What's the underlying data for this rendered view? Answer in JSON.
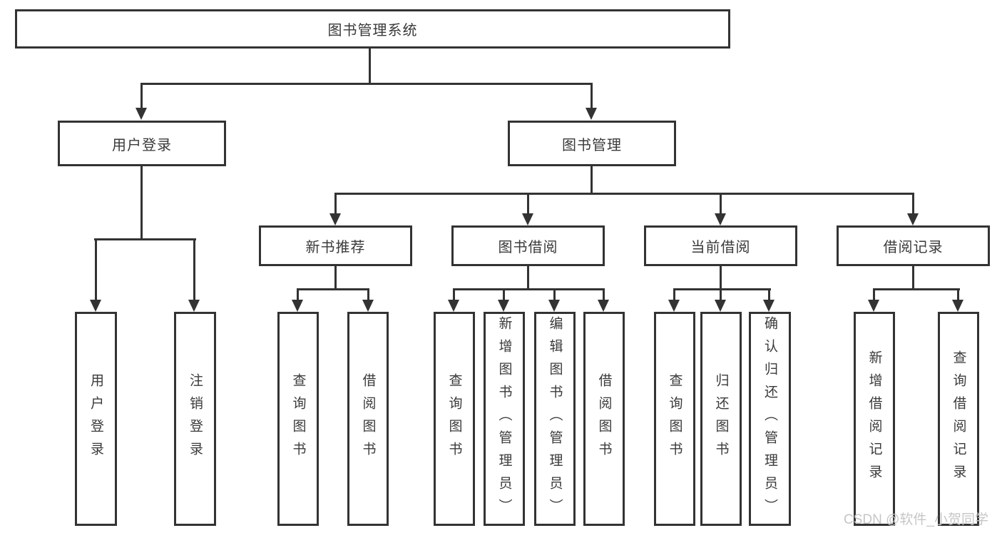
{
  "diagram_type": "hierarchy-tree",
  "colors": {
    "background": "#ffffff",
    "line": "#333333",
    "box_border": "#333333",
    "text": "#3a3a3a",
    "watermark": "#c6c6c6"
  },
  "watermark": {
    "text": "CSDN @软件_小贺同学"
  },
  "tree": {
    "label": "图书管理系统",
    "children": [
      {
        "label": "用户登录",
        "children": [
          {
            "label": "用户登录"
          },
          {
            "label": "注销登录"
          }
        ]
      },
      {
        "label": "图书管理",
        "children": [
          {
            "label": "新书推荐",
            "children": [
              {
                "label": "查询图书"
              },
              {
                "label": "借阅图书"
              }
            ]
          },
          {
            "label": "图书借阅",
            "children": [
              {
                "label": "查询图书"
              },
              {
                "label": "新增图书（管理员）"
              },
              {
                "label": "编辑图书（管理员）"
              },
              {
                "label": "借阅图书"
              }
            ]
          },
          {
            "label": "当前借阅",
            "children": [
              {
                "label": "查询图书"
              },
              {
                "label": "归还图书"
              },
              {
                "label": "确认归还（管理员）"
              }
            ]
          },
          {
            "label": "借阅记录",
            "children": [
              {
                "label": "新增借阅记录"
              },
              {
                "label": "查询借阅记录"
              }
            ]
          }
        ]
      }
    ]
  }
}
